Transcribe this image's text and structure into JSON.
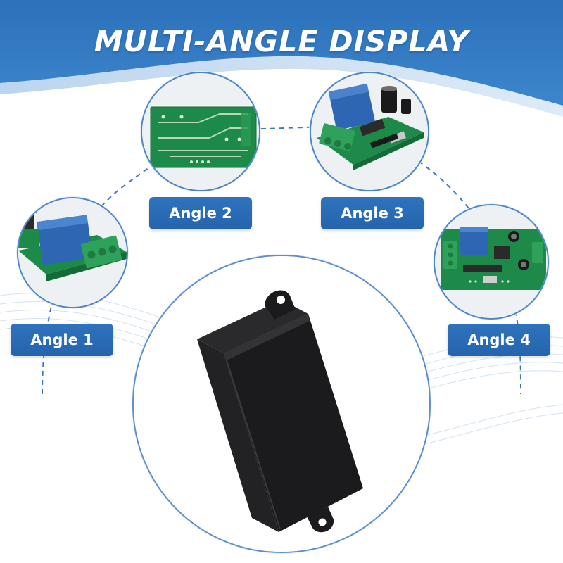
{
  "header": {
    "title": "MULTI-ANGLE DISPLAY"
  },
  "angles": [
    {
      "label": "Angle 1"
    },
    {
      "label": "Angle 2"
    },
    {
      "label": "Angle 3"
    },
    {
      "label": "Angle 4"
    }
  ],
  "colors": {
    "header_blue": "#2a6fb9",
    "label_blue": "#2767b0",
    "connector_blue": "#3f78bd",
    "pcb_green": "#1e8a4a",
    "relay_blue": "#2f66b3",
    "terminal_green": "#2ea15a",
    "enclosure_black": "#1b1b1d"
  },
  "icons": [
    "pcb-board-image",
    "black-enclosure-image",
    "dashed-connector"
  ]
}
